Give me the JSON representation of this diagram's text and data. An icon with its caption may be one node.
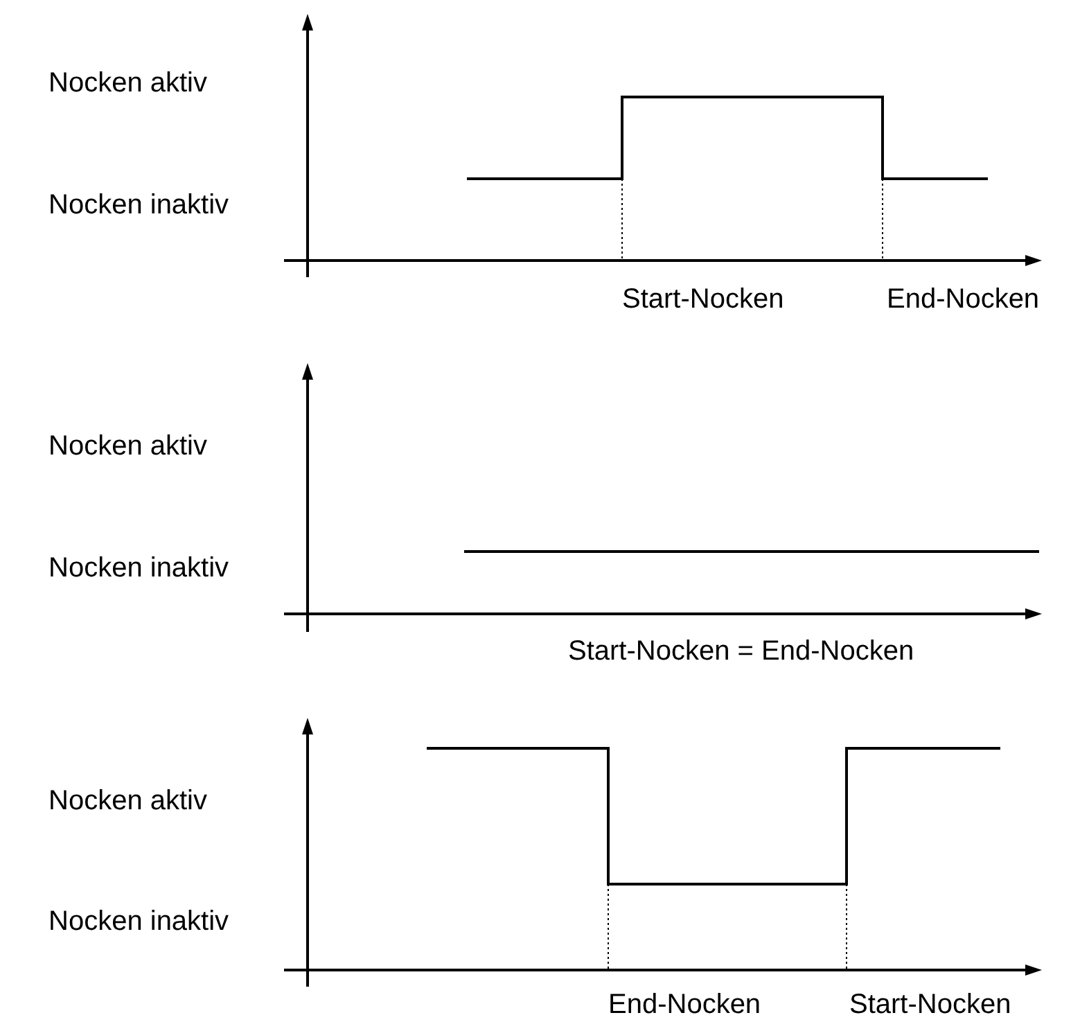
{
  "diagram": {
    "labels": [
      "Nocken aktiv",
      "Nocken inaktiv",
      "Start-Nocken",
      "End-Nocken",
      "Nocken aktiv",
      "Nocken inaktiv",
      "Start-Nocken = End-Nocken",
      "Nocken aktiv",
      "Nocken inaktiv",
      "End-Nocken",
      "Start-Nocken"
    ]
  }
}
